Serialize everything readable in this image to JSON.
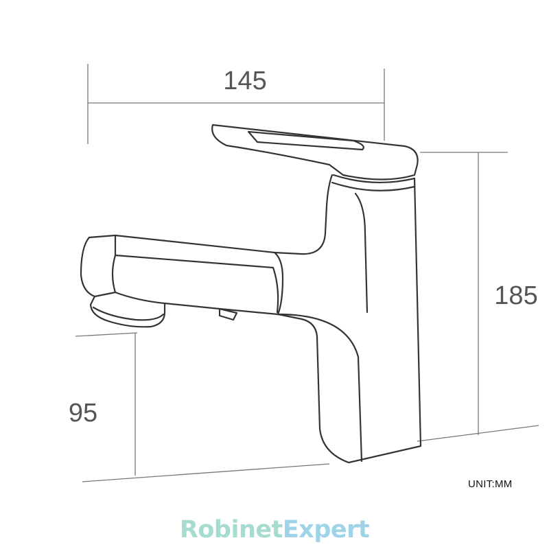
{
  "dimensions": {
    "width": "145",
    "height": "185",
    "spout_height": "95",
    "unit": "UNIT:MM"
  },
  "brand": {
    "part1": "Robinet",
    "part2": "Expert"
  },
  "colors": {
    "line": "#333333",
    "dim_line": "#777777",
    "dim_text": "#555555",
    "brand_part1": "#a6dcd0",
    "brand_part2": "#9fd4e8"
  }
}
